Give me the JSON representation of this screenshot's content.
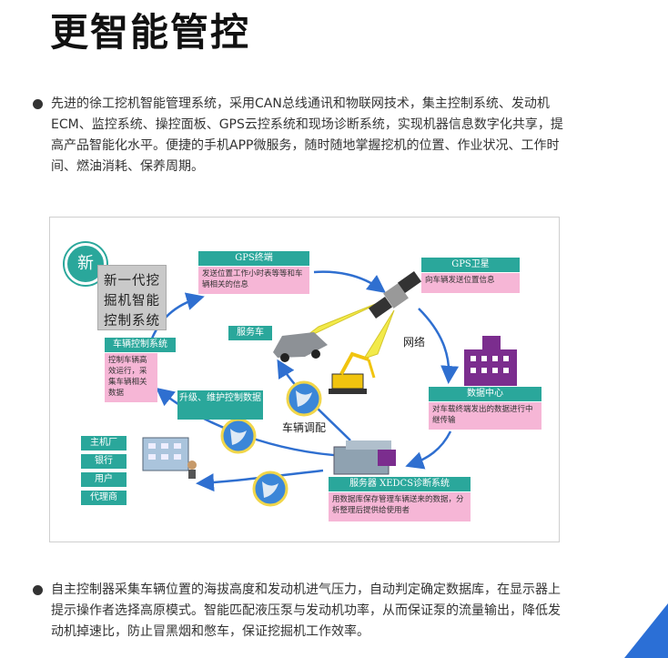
{
  "page": {
    "title": "更智能管控",
    "paragraph1": "先进的徐工挖机智能管理系统，采用CAN总线通讯和物联网技术，集主控制系统、发动机ECM、监控系统、操控面板、GPS云控系统和现场诊断系统，实现机器信息数字化共享，提高产品智能化水平。便捷的手机APP微服务，随时随地掌握挖机的位置、作业状况、工作时间、燃油消耗、保养周期。",
    "paragraph2": "自主控制器采集车辆位置的海拔高度和发动机进气压力，自动判定确定数据库，在显示器上提示操作者选择高原模式。智能匹配液压泵与发动机功率，从而保证泵的流量输出，降低发动机掉速比，防止冒黑烟和憋车，保证挖掘机工作效率。"
  },
  "diagram": {
    "badge": "新",
    "main_box": "新一代挖掘机智能控制系统",
    "gps_terminal": {
      "title": "GPS终端",
      "desc": "发送位置工作小时表等等和车辆相关的信息"
    },
    "gps_satellite": {
      "title": "GPS卫星",
      "desc": "向车辆发送位置信息"
    },
    "network_label": "网络",
    "service_car": "服务车",
    "vehicle_control": {
      "title": "车辆控制系统",
      "desc": "控制车辆高效运行，采集车辆相关数据"
    },
    "upgrade": "升级、维护控制数据",
    "dispatch_label": "车辆调配",
    "data_center": {
      "title": "数据中心",
      "desc": "对车载终端发出的数据进行中继传输"
    },
    "server": {
      "title": "服务器 XEDCS诊断系统",
      "desc": "用数据库保存管理车辆送来的数据，分析整理后提供给使用者"
    },
    "users": [
      "主机厂",
      "银行",
      "用户",
      "代理商"
    ]
  },
  "colors": {
    "teal": "#2aa79b",
    "pink": "#f6b6d6",
    "arrow": "#2f6fd0",
    "building": "#7b2d8e",
    "corner": "#2b6fd6"
  }
}
